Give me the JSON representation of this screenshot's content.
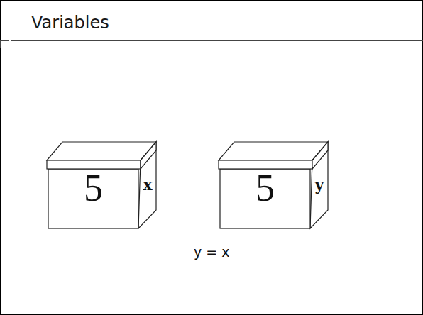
{
  "diagram": {
    "title": "Variables",
    "nodes": [
      {
        "text": [
          "5",
          "x"
        ]
      },
      {
        "text": [
          "5",
          "y"
        ]
      }
    ],
    "labels": [
      "y = x"
    ]
  }
}
